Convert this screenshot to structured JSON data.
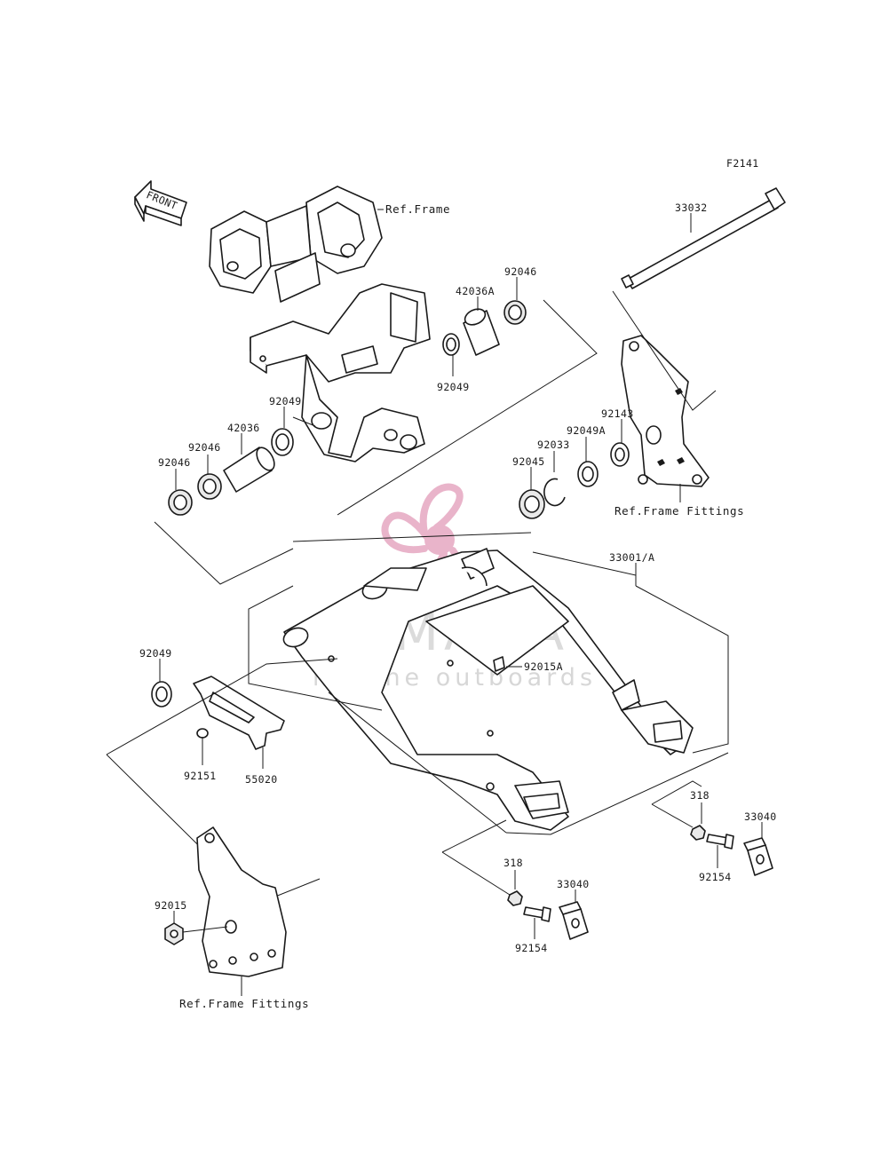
{
  "figure_id": "F2141",
  "direction_arrow": {
    "label": "FRONT",
    "icon": "front-arrow-icon"
  },
  "watermark": {
    "brand": "ARMADA",
    "tagline": "marine outboards",
    "logo_color": "#e6a7c1"
  },
  "part_labels": {
    "p33032": "33032",
    "p42036a": "42036A",
    "p92046_top": "92046",
    "p92049_mid": "92049",
    "p92049_left": "92049",
    "p42036": "42036",
    "p92046_a": "92046",
    "p92046_b": "92046",
    "p92143": "92143",
    "p92049a": "92049A",
    "p92033": "92033",
    "p92045": "92045",
    "p33001a": "33001/A",
    "p92049_low": "92049",
    "p92015a": "92015A",
    "p92151": "92151",
    "p55020": "55020",
    "p318_right": "318",
    "p33040_right": "33040",
    "p92154_right": "92154",
    "p318_low": "318",
    "p33040_low": "33040",
    "p92154_low": "92154",
    "p92015": "92015"
  },
  "references": {
    "ref_frame": "Ref.Frame",
    "ref_fittings_right": "Ref.Frame Fittings",
    "ref_fittings_bottom": "Ref.Frame Fittings"
  }
}
